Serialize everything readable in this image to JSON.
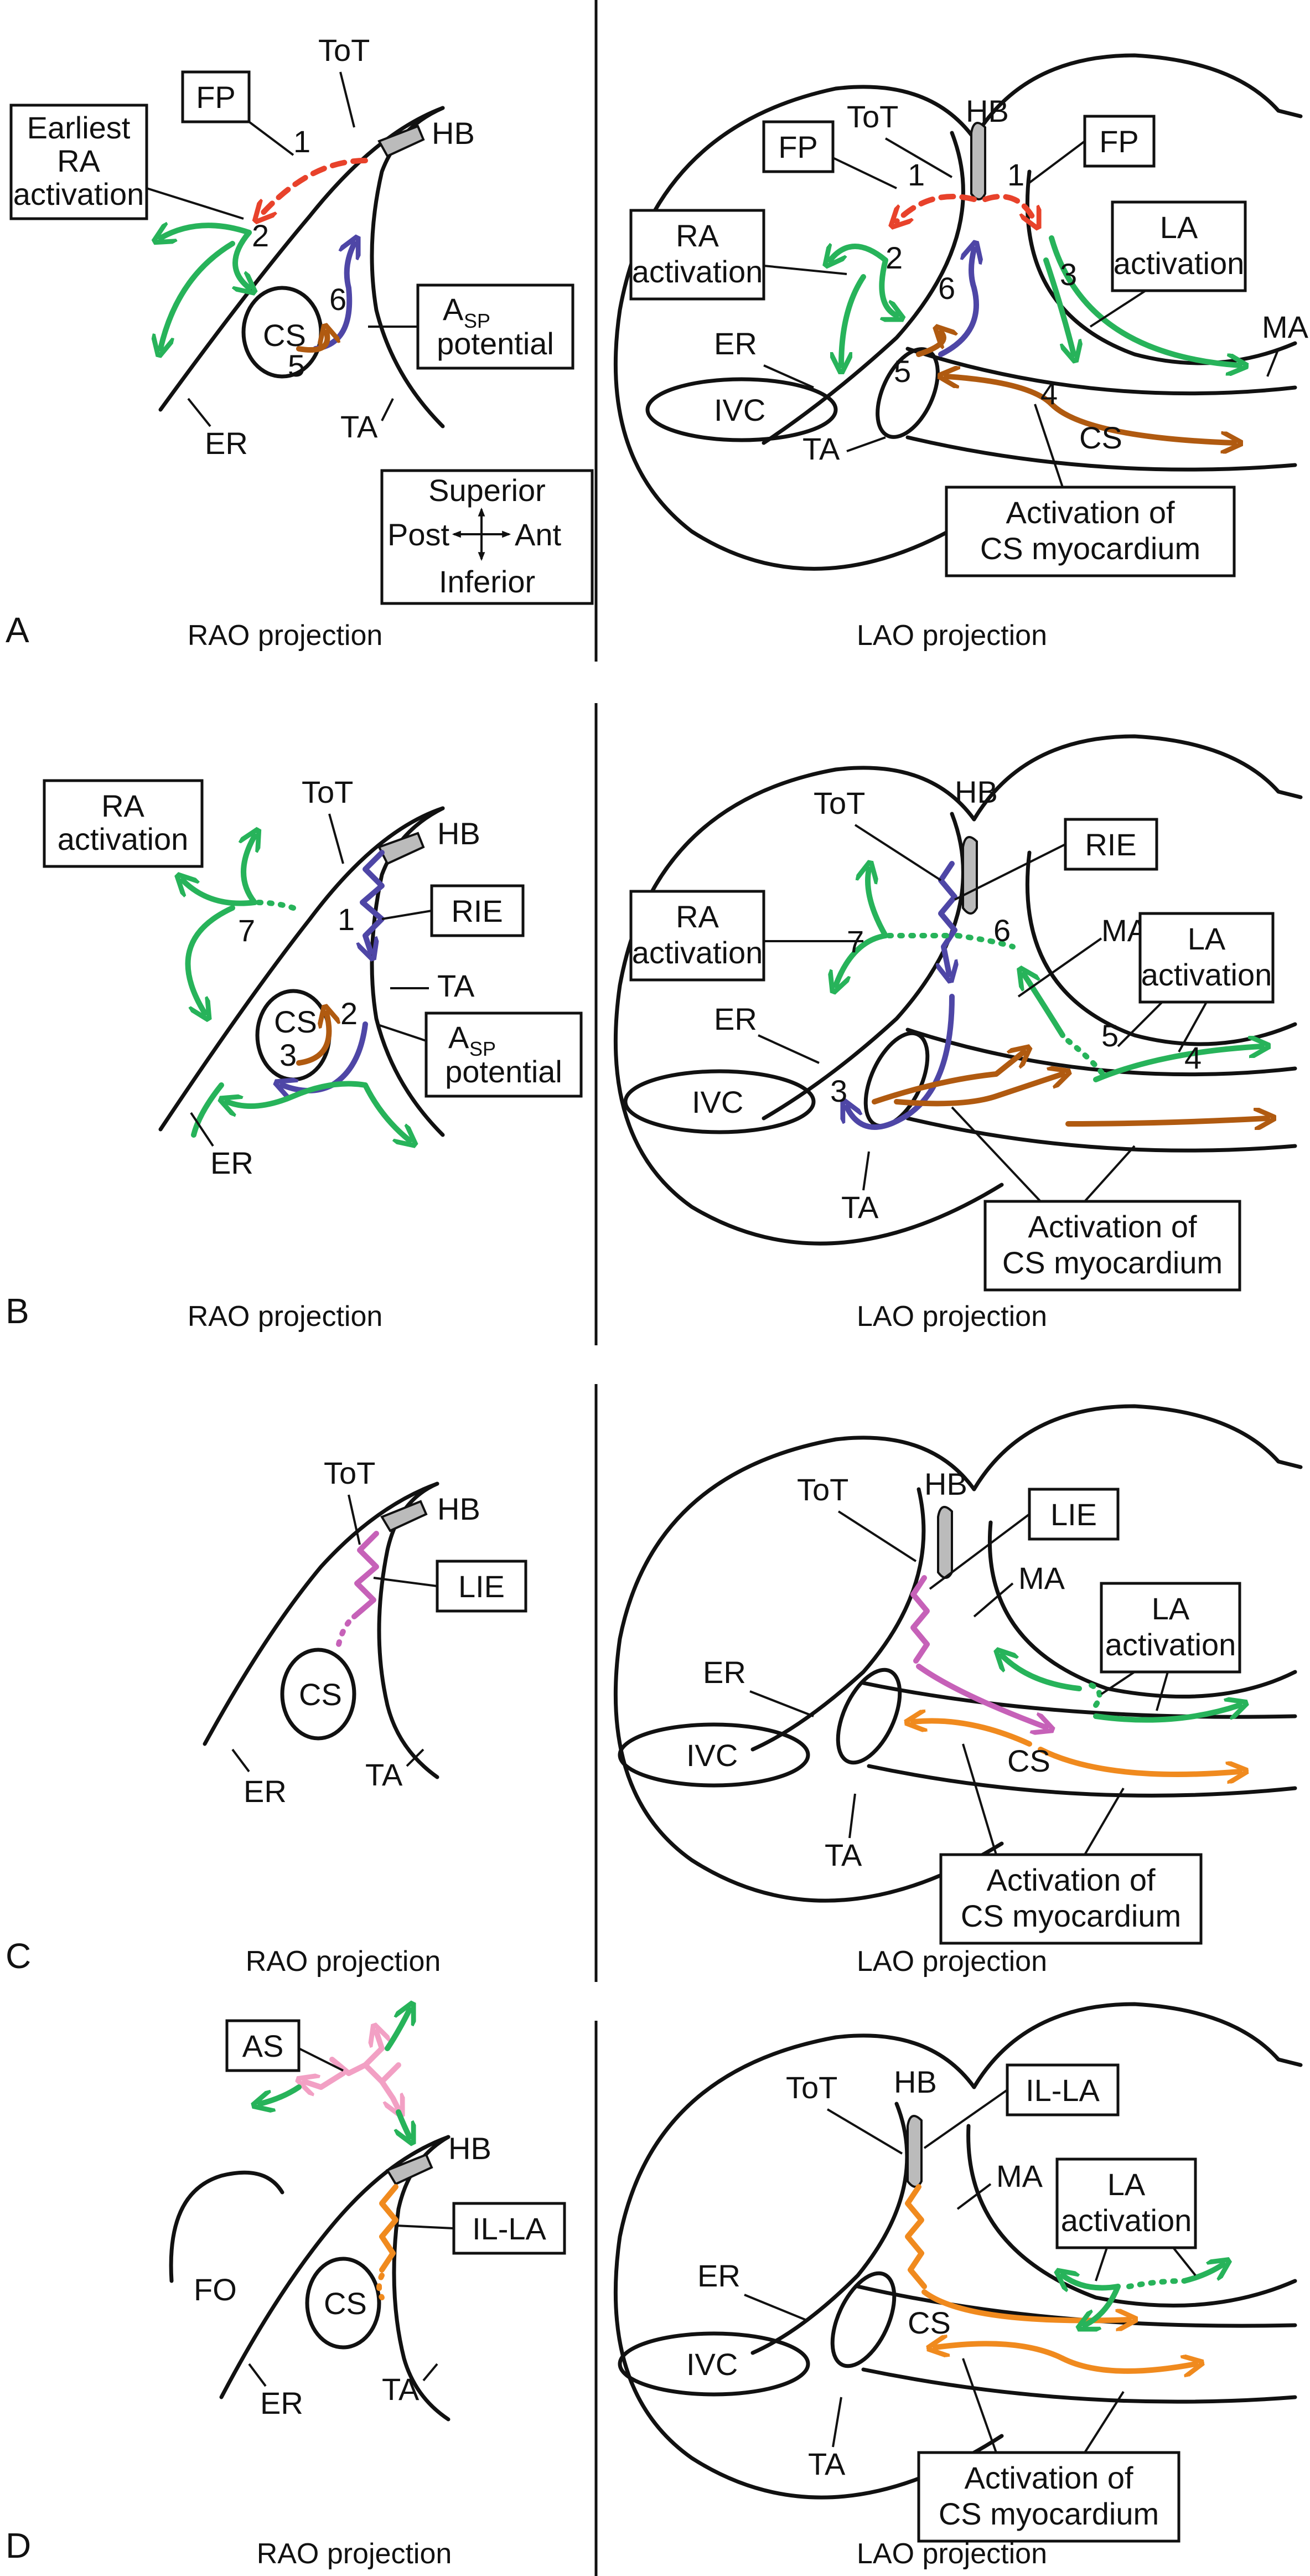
{
  "colors": {
    "ra_activation": "#27b35a",
    "fast_pathway": "#e8422b",
    "asp_potential": "#4e46a6",
    "cs_activation": "#b05a10",
    "lie": "#c661b8",
    "as": "#f2a0c4",
    "il_la": "#f08a1e"
  },
  "panels": {
    "A": {
      "letter": "A",
      "rao_title": "RAO projection",
      "lao_title": "LAO projection",
      "rao": {
        "fp": "FP",
        "tot": "ToT",
        "hb": "HB",
        "earliest_1": "Earliest",
        "earliest_2": "RA",
        "earliest_3": "activation",
        "cs": "CS",
        "asp_1": "A",
        "asp_sub": "SP",
        "asp_2": "potential",
        "er": "ER",
        "ta": "TA",
        "n1": "1",
        "n2": "2",
        "n5": "5",
        "n6": "6",
        "orient_sup": "Superior",
        "orient_post": "Post",
        "orient_ant": "Ant",
        "orient_inf": "Inferior"
      },
      "lao": {
        "fp_left": "FP",
        "fp_right": "FP",
        "tot": "ToT",
        "hb": "HB",
        "ra_1": "RA",
        "ra_2": "activation",
        "la_1": "LA",
        "la_2": "activation",
        "er": "ER",
        "ivc": "IVC",
        "ta": "TA",
        "cs": "CS",
        "ma": "MA",
        "cs_act_1": "Activation of",
        "cs_act_2": "CS myocardium",
        "n1a": "1",
        "n1b": "1",
        "n2": "2",
        "n3": "3",
        "n4": "4",
        "n5": "5",
        "n6": "6"
      }
    },
    "B": {
      "letter": "B",
      "rao_title": "RAO projection",
      "lao_title": "LAO projection",
      "rao": {
        "ra_1": "RA",
        "ra_2": "activation",
        "tot": "ToT",
        "hb": "HB",
        "rie": "RIE",
        "ta": "TA",
        "cs": "CS",
        "asp_1": "A",
        "asp_sub": "SP",
        "asp_2": "potential",
        "er": "ER",
        "n1": "1",
        "n2": "2",
        "n3": "3",
        "n7": "7"
      },
      "lao": {
        "tot": "ToT",
        "hb": "HB",
        "rie": "RIE",
        "ra_1": "RA",
        "ra_2": "activation",
        "ma": "MA",
        "la_1": "LA",
        "la_2": "activation",
        "er": "ER",
        "ivc": "IVC",
        "ta": "TA",
        "cs_act_1": "Activation of",
        "cs_act_2": "CS myocardium",
        "n3": "3",
        "n4": "4",
        "n5": "5",
        "n6": "6",
        "n7": "7"
      }
    },
    "C": {
      "letter": "C",
      "rao_title": "RAO projection",
      "lao_title": "LAO projection",
      "rao": {
        "tot": "ToT",
        "hb": "HB",
        "lie": "LIE",
        "cs": "CS",
        "er": "ER",
        "ta": "TA"
      },
      "lao": {
        "tot": "ToT",
        "hb": "HB",
        "lie": "LIE",
        "ma": "MA",
        "la_1": "LA",
        "la_2": "activation",
        "er": "ER",
        "ivc": "IVC",
        "cs": "CS",
        "ta": "TA",
        "cs_act_1": "Activation of",
        "cs_act_2": "CS myocardium"
      }
    },
    "D": {
      "letter": "D",
      "rao_title": "RAO projection",
      "lao_title": "LAO projection",
      "rao": {
        "as": "AS",
        "hb": "HB",
        "il_la": "IL-LA",
        "fo": "FO",
        "cs": "CS",
        "er": "ER",
        "ta": "TA"
      },
      "lao": {
        "tot": "ToT",
        "hb": "HB",
        "il_la": "IL-LA",
        "ma": "MA",
        "la_1": "LA",
        "la_2": "activation",
        "er": "ER",
        "ivc": "IVC",
        "cs": "CS",
        "ta": "TA",
        "cs_act_1": "Activation of",
        "cs_act_2": "CS myocardium"
      }
    }
  }
}
